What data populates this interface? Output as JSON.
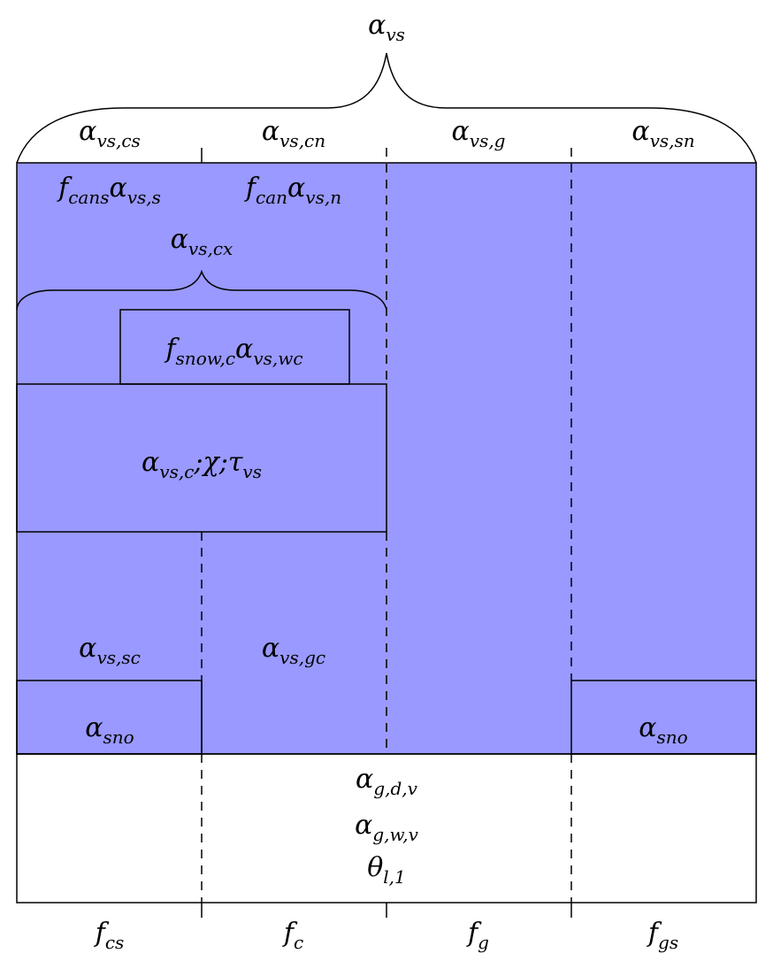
{
  "colors": {
    "canopy": "#9999ff",
    "leaf": "#99ff99",
    "ground": "#e5cbb2",
    "snow": "#ffffff"
  },
  "top_label": {
    "base": "α",
    "sub": "vs"
  },
  "column_headers": [
    {
      "base": "α",
      "sub": "vs,cs"
    },
    {
      "base": "α",
      "sub": "vs,cn"
    },
    {
      "base": "α",
      "sub": "vs,g"
    },
    {
      "base": "α",
      "sub": "vs,sn"
    }
  ],
  "canopy_labels": {
    "south": {
      "f_base": "f",
      "f_sub": "cans",
      "a_base": "α",
      "a_sub": "vs,s"
    },
    "north": {
      "f_base": "f",
      "f_sub": "can",
      "a_base": "α",
      "a_sub": "vs,n"
    },
    "cx": {
      "base": "α",
      "sub": "vs,cx"
    },
    "wet_snow": {
      "f_base": "f",
      "f_sub": "snow,c",
      "a_base": "α",
      "a_sub": "vs,wc"
    }
  },
  "leaf_box": {
    "a_base": "α",
    "a_sub": "vs,c",
    "sep1": ";",
    "chi": "χ",
    "sep2": ";",
    "tau_base": "τ",
    "tau_sub": "vs"
  },
  "under_canopy": [
    {
      "base": "α",
      "sub": "vs,sc"
    },
    {
      "base": "α",
      "sub": "vs,gc"
    }
  ],
  "snow_labels": [
    {
      "base": "α",
      "sub": "sno"
    },
    {
      "base": "α",
      "sub": "sno"
    }
  ],
  "ground_labels": [
    {
      "base": "α",
      "sub": "g,d,v"
    },
    {
      "base": "α",
      "sub": "g,w,v"
    },
    {
      "base": "θ",
      "sub": "l,1"
    }
  ],
  "fractions": [
    {
      "base": "f",
      "sub": "cs"
    },
    {
      "base": "f",
      "sub": "c"
    },
    {
      "base": "f",
      "sub": "g"
    },
    {
      "base": "f",
      "sub": "gs"
    }
  ]
}
